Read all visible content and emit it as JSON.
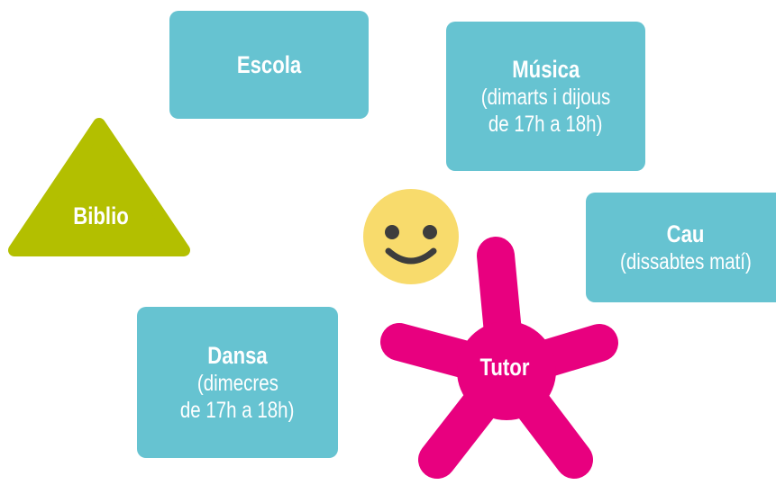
{
  "colors": {
    "box": "#66c3d1",
    "triangle": "#b3bf00",
    "asterisk": "#e8007f",
    "smiley": "#f8db6c",
    "smiley_face": "#3d3d3d",
    "text": "#ffffff"
  },
  "nodes": {
    "escola": {
      "title": "Escola"
    },
    "musica": {
      "title": "Música",
      "detail_1": "(dimarts i dijous",
      "detail_2": "de 17h a 18h)"
    },
    "cau": {
      "title": "Cau",
      "detail_1": "(dissabtes matí)"
    },
    "dansa": {
      "title": "Dansa",
      "detail_1": "(dimecres",
      "detail_2": "de 17h a 18h)"
    },
    "biblio": {
      "title": "Biblio",
      "shape": "triangle"
    },
    "tutor": {
      "title": "Tutor",
      "shape": "asterisk"
    }
  },
  "center_icon": "smiley-icon"
}
